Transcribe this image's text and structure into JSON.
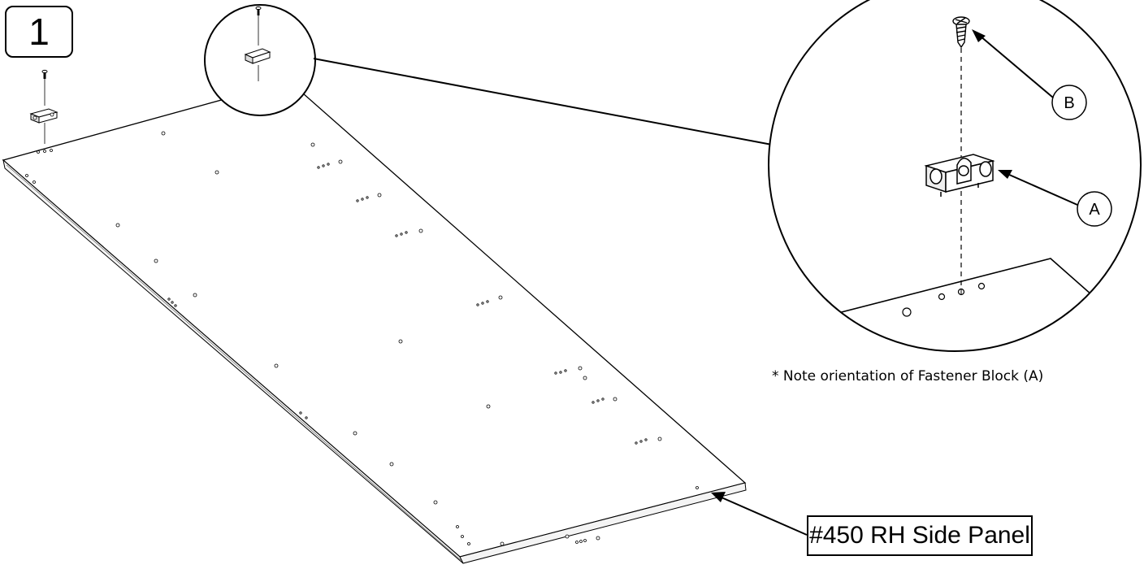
{
  "step": {
    "number": "1"
  },
  "part": {
    "label": "#450 RH Side Panel"
  },
  "note": {
    "text": "* Note orientation of Fastener Block (A)"
  },
  "callouts": {
    "a": "A",
    "b": "B"
  }
}
